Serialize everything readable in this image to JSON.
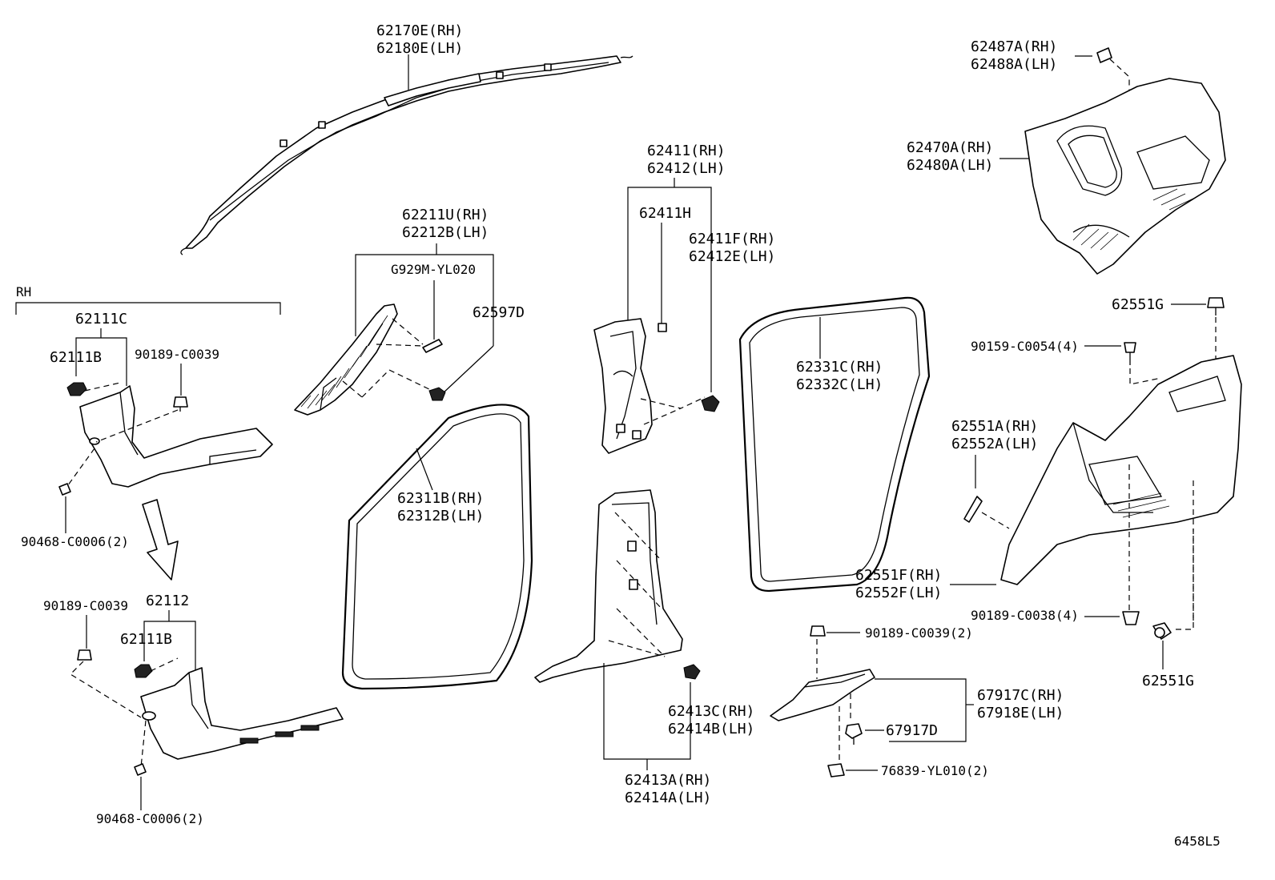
{
  "labels": {
    "curtain_rh": "62170E(RH)",
    "curtain_lh": "62180E(LH)",
    "pillar_a_rh": "62211U(RH)",
    "pillar_a_lh": "62212B(LH)",
    "g929": "G929M-YL020",
    "p62597d": "62597D",
    "p62411_rh": "62411(RH)",
    "p62412_lh": "62412(LH)",
    "p62411h": "62411H",
    "p62411f_rh": "62411F(RH)",
    "p62412e_lh": "62412E(LH)",
    "p62487a_rh": "62487A(RH)",
    "p62488a_lh": "62488A(LH)",
    "p62470a_rh": "62470A(RH)",
    "p62480a_lh": "62480A(LH)",
    "p62551g_top": "62551G",
    "p90159": "90159-C0054(4)",
    "rh_heading": "RH",
    "p62111c": "62111C",
    "p62111b_top": "62111B",
    "p90189_c0039_top": "90189-C0039",
    "p90468_top": "90468-C0006(2)",
    "p62311b_rh": "62311B(RH)",
    "p62312b_lh": "62312B(LH)",
    "p62331c_rh": "62331C(RH)",
    "p62332c_lh": "62332C(LH)",
    "p62551a_rh": "62551A(RH)",
    "p62552a_lh": "62552A(LH)",
    "p62551f_rh": "62551F(RH)",
    "p62552f_lh": "62552F(LH)",
    "p90189_c0038": "90189-C0038(4)",
    "p62551g_bottom": "62551G",
    "p90189_c0039_left": "90189-C0039",
    "p62112": "62112",
    "p62111b_bottom": "62111B",
    "p90468_bottom": "90468-C0006(2)",
    "p90189_c0039_2": "90189-C0039(2)",
    "p67917c_rh": "67917C(RH)",
    "p67918e_lh": "67918E(LH)",
    "p67917d": "67917D",
    "p76839": "76839-YL010(2)",
    "p62413c_rh": "62413C(RH)",
    "p62414b_lh": "62414B(LH)",
    "p62413a_rh": "62413A(RH)",
    "p62414a_lh": "62414A(LH)",
    "figure_code": "6458L5"
  }
}
